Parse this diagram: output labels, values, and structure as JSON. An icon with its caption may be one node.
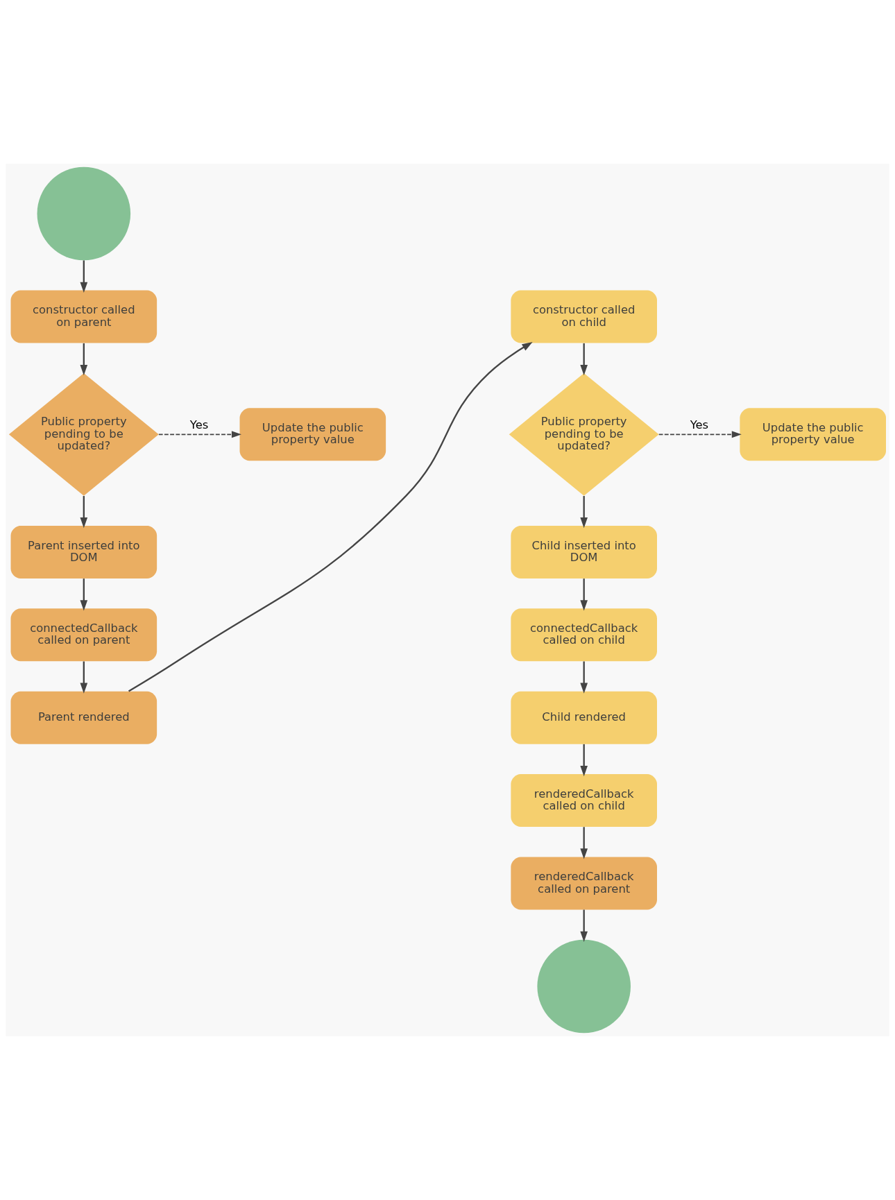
{
  "diagram": {
    "nodes": [
      {
        "text": [],
        "shape": "circle"
      },
      {
        "text": [
          "constructor called on parent"
        ]
      },
      {
        "text": [
          "Public property pending to be updated?"
        ]
      },
      {
        "text": [
          "Update the public property value"
        ]
      },
      {
        "text": [
          "Parent inserted into DOM"
        ]
      },
      {
        "text": [
          "connectedCallback called on parent"
        ]
      },
      {
        "text": [
          "Parent rendered"
        ]
      },
      {
        "text": [
          "constructor called on child"
        ]
      },
      {
        "text": [
          "Public property pending to be updated?"
        ]
      },
      {
        "text": [
          "Update the public property value"
        ]
      },
      {
        "text": [
          "Child inserted into DOM"
        ]
      },
      {
        "text": [
          "connectedCallback called on child"
        ]
      },
      {
        "text": [
          "Child rendered"
        ]
      },
      {
        "text": [
          "renderedCallback called on child"
        ]
      },
      {
        "text": [
          "renderedCallback called on parent"
        ]
      },
      {
        "text": [],
        "shape": "circle"
      }
    ],
    "edges": [
      {
        "from": 0,
        "to": 1,
        "arrow": "to"
      },
      {
        "from": 1,
        "to": 2,
        "arrow": "to"
      },
      {
        "from": 2,
        "to": 3,
        "arrow": "to",
        "label": "Yes",
        "style": "dashed"
      },
      {
        "from": 2,
        "to": 4,
        "arrow": "to"
      },
      {
        "from": 4,
        "to": 5,
        "arrow": "to"
      },
      {
        "from": 5,
        "to": 6,
        "arrow": "to"
      },
      {
        "from": 6,
        "to": 7,
        "arrow": "to"
      },
      {
        "from": 7,
        "to": 8,
        "arrow": "to"
      },
      {
        "from": 8,
        "to": 9,
        "arrow": "to",
        "label": "Yes",
        "style": "dashed"
      },
      {
        "from": 8,
        "to": 10,
        "arrow": "to"
      },
      {
        "from": 10,
        "to": 11,
        "arrow": "to"
      },
      {
        "from": 11,
        "to": 12,
        "arrow": "to"
      },
      {
        "from": 12,
        "to": 13,
        "arrow": "to"
      },
      {
        "from": 13,
        "to": 14,
        "arrow": "to"
      },
      {
        "from": 14,
        "to": 15,
        "arrow": "to"
      }
    ]
  }
}
